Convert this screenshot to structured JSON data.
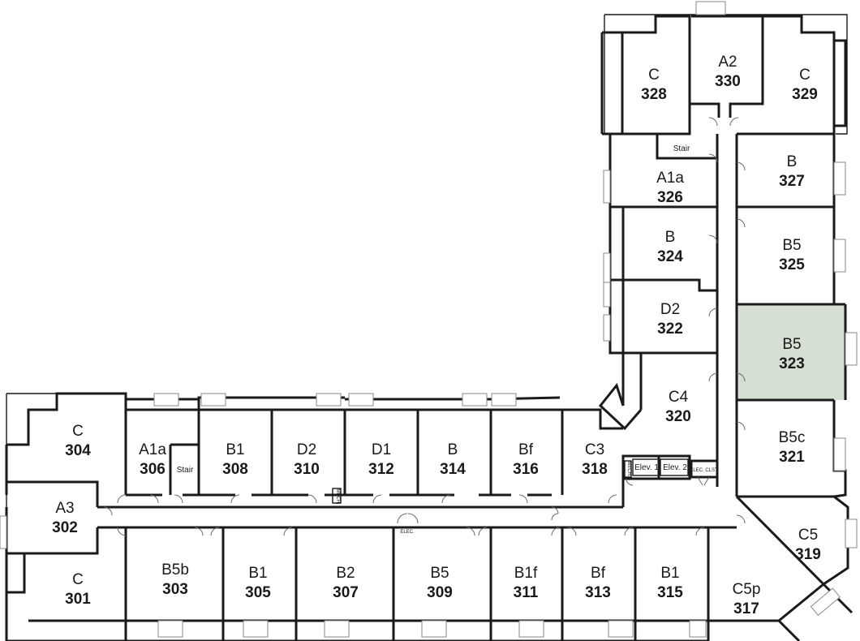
{
  "highlight_color": "#d5e0d3",
  "rooms": [
    {
      "id": "r328",
      "type": "C",
      "number": "328"
    },
    {
      "id": "r330",
      "type": "A2",
      "number": "330"
    },
    {
      "id": "r329",
      "type": "C",
      "number": "329"
    },
    {
      "id": "r326",
      "type": "A1a",
      "number": "326"
    },
    {
      "id": "r327",
      "type": "B",
      "number": "327"
    },
    {
      "id": "r324",
      "type": "B",
      "number": "324"
    },
    {
      "id": "r325",
      "type": "B5",
      "number": "325"
    },
    {
      "id": "r322",
      "type": "D2",
      "number": "322"
    },
    {
      "id": "r323",
      "type": "B5",
      "number": "323",
      "highlight": true
    },
    {
      "id": "r320",
      "type": "C4",
      "number": "320"
    },
    {
      "id": "r321",
      "type": "B5c",
      "number": "321"
    },
    {
      "id": "r319",
      "type": "C5",
      "number": "319"
    },
    {
      "id": "r317",
      "type": "C5p",
      "number": "317"
    },
    {
      "id": "r304",
      "type": "C",
      "number": "304"
    },
    {
      "id": "r306",
      "type": "A1a",
      "number": "306"
    },
    {
      "id": "r308",
      "type": "B1",
      "number": "308"
    },
    {
      "id": "r310",
      "type": "D2",
      "number": "310"
    },
    {
      "id": "r312",
      "type": "D1",
      "number": "312"
    },
    {
      "id": "r314",
      "type": "B",
      "number": "314"
    },
    {
      "id": "r316",
      "type": "Bf",
      "number": "316"
    },
    {
      "id": "r318",
      "type": "C3",
      "number": "318"
    },
    {
      "id": "r302",
      "type": "A3",
      "number": "302"
    },
    {
      "id": "r301",
      "type": "C",
      "number": "301"
    },
    {
      "id": "r303",
      "type": "B5b",
      "number": "303"
    },
    {
      "id": "r305",
      "type": "B1",
      "number": "305"
    },
    {
      "id": "r307",
      "type": "B2",
      "number": "307"
    },
    {
      "id": "r309",
      "type": "B5",
      "number": "309"
    },
    {
      "id": "r311",
      "type": "B1f",
      "number": "311"
    },
    {
      "id": "r313",
      "type": "Bf",
      "number": "313"
    },
    {
      "id": "r315",
      "type": "B1",
      "number": "315"
    }
  ],
  "labels": {
    "stair_top": "Stair",
    "stair_left": "Stair",
    "elev1": "Elev. 1",
    "elev2": "Elev. 2",
    "elec_clst": "ELEC. CLST.",
    "elec": "ELEC.",
    "mech_left": "MECH.",
    "mech_right": "MECH."
  }
}
